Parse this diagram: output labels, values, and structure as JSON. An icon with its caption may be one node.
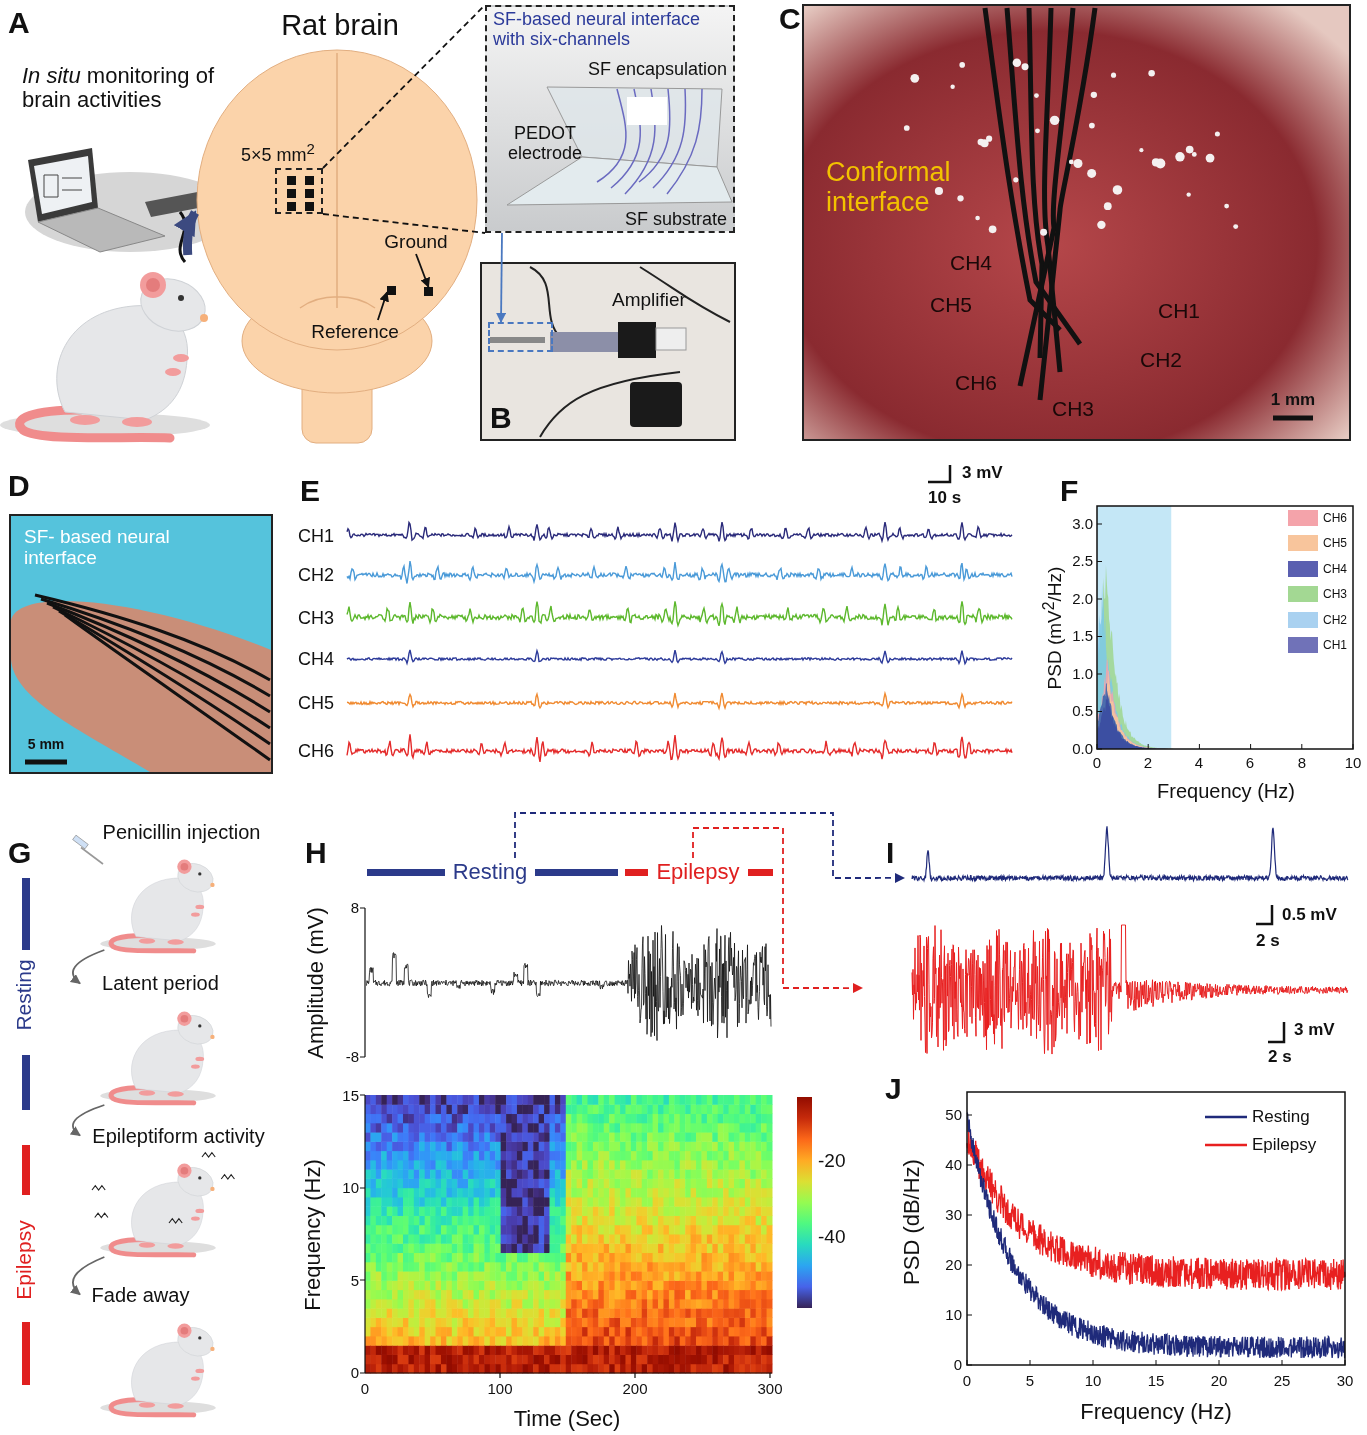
{
  "diagram": {
    "nodes": [
      {
        "text": [
          "Rat brain"
        ]
      },
      {
        "text": [
          "5×5 mm$^{2}$"
        ],
        "in": 0
      },
      {
        "text": [
          "SF-based neural interface with six-channels",
          "SF encapsulation",
          "PEDOT electrode",
          "SF substrate"
        ]
      },
      {
        "text": [
          "Amplifier"
        ]
      },
      {
        "text": [
          "Ground"
        ],
        "in": 0
      },
      {
        "text": [],
        "shape": "box",
        "in": 0
      },
      {
        "text": [
          "Reference"
        ],
        "in": 0
      },
      {
        "text": [],
        "shape": "box",
        "in": 0
      },
      {
        "text": [],
        "shape": "picture"
      },
      {
        "text": [],
        "shape": "box",
        "in": 3
      },
      {
        "text": [
          "Penicillin injection"
        ]
      },
      {
        "text": [
          "Latent period"
        ]
      },
      {
        "text": [
          "Epileptiform activity"
        ]
      },
      {
        "text": [
          "Fade away"
        ]
      },
      {
        "text": [
          "Resting"
        ]
      },
      {
        "text": [
          "Epilepsy"
        ]
      },
      {
        "text": [],
        "shape": "picture"
      },
      {
        "text": [],
        "shape": "picture"
      }
    ],
    "edges": [
      {
        "from": 1,
        "to": 2,
        "arrow": "none",
        "style": "dashed"
      },
      {
        "from": 2,
        "to": 9,
        "arrow": "to",
        "color": "#4a78c0"
      },
      {
        "from": 4,
        "to": 7,
        "arrow": "to"
      },
      {
        "from": 6,
        "to": 5,
        "arrow": "to"
      },
      {
        "from": 8,
        "to": 0,
        "arrow": "to",
        "style": "thick",
        "color": "#3c4a80"
      },
      {
        "from": 10,
        "to": 11,
        "arrow": "to",
        "color": "#666666"
      },
      {
        "from": 11,
        "to": 12,
        "arrow": "to",
        "color": "#666666"
      },
      {
        "from": 12,
        "to": 13,
        "arrow": "to",
        "color": "#666666"
      },
      {
        "from": 14,
        "to": 16,
        "arrow": "to",
        "style": "dashed",
        "color": "#1f2a7a"
      },
      {
        "from": 15,
        "to": 17,
        "arrow": "to",
        "style": "dashed",
        "color": "#e02020"
      }
    ],
    "labels": [
      "A",
      "*In situ* monitoring of brain activities",
      "C",
      "Conformal interface",
      "CH4",
      "CH5",
      "CH1",
      "CH2",
      "CH6",
      "CH3",
      "1 mm",
      "B",
      "D",
      "SF- based neural interface",
      "5 mm",
      "E",
      "3 mV",
      "10 s",
      "CH1",
      "CH2",
      "CH3",
      "CH4",
      "CH5",
      "CH6",
      "F",
      "3.0",
      "2.5",
      "2.0",
      "1.5",
      "1.0",
      "0.5",
      "0.0",
      "0",
      "2",
      "4",
      "6",
      "8",
      "10",
      "PSD (mV$^{2}$/Hz)",
      "Frequency (Hz)",
      "G",
      "Resting",
      "Epilepsy",
      "H",
      "8",
      "-8",
      "Amplitude (mV)",
      "15",
      "10",
      "5",
      "0",
      "0",
      "100",
      "200",
      "300",
      "Frequency (Hz)",
      "Time (Sec)",
      "-20",
      "-40",
      "I",
      "0.5 mV",
      "2 s",
      "3 mV",
      "2 s",
      "J",
      "50",
      "40",
      "30",
      "20",
      "10",
      "0",
      "0",
      "5",
      "10",
      "15",
      "20",
      "25",
      "30",
      "PSD (dB/Hz)",
      "Frequency (Hz)"
    ],
    "legend": [
      {
        "text": "CH6",
        "color": "#f4a3aa"
      },
      {
        "text": "CH5",
        "color": "#f8c59c"
      },
      {
        "text": "CH4",
        "color": "#5a5fb0"
      },
      {
        "text": "CH3",
        "color": "#a3d893"
      },
      {
        "text": "CH2",
        "color": "#a9d1f0"
      },
      {
        "text": "CH1",
        "color": "#7072b8"
      },
      {
        "text": "Resting"
      },
      {
        "text": "Epilepsy"
      }
    ]
  }
}
